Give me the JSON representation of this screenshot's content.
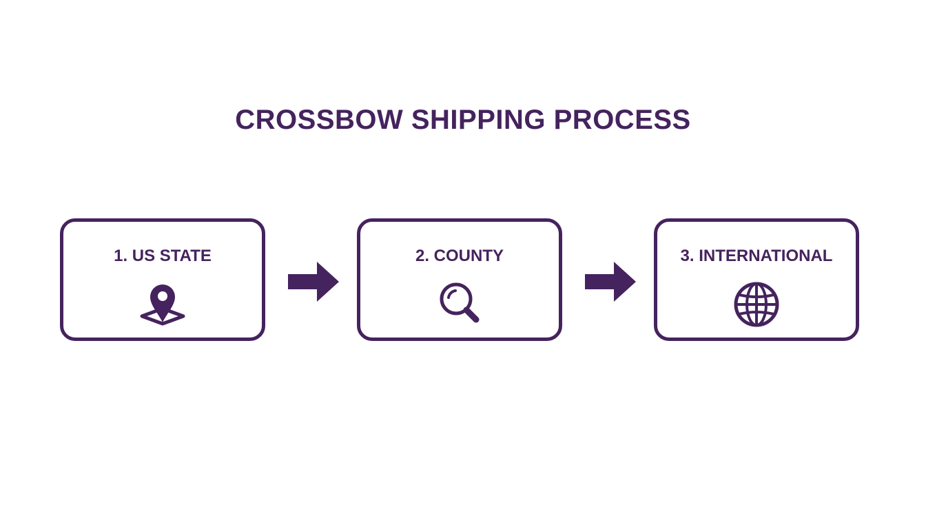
{
  "diagram": {
    "title": "CROSSBOW SHIPPING PROCESS",
    "steps": [
      {
        "label": "1. US STATE",
        "icon": "map-pin-icon"
      },
      {
        "label": "2. COUNTY",
        "icon": "magnifying-glass-icon"
      },
      {
        "label": "3. INTERNATIONAL",
        "icon": "globe-icon"
      }
    ],
    "connectors": [
      "arrow-right-icon",
      "arrow-right-icon"
    ]
  },
  "colors": {
    "primary": "#45235e",
    "background": "#ffffff"
  }
}
